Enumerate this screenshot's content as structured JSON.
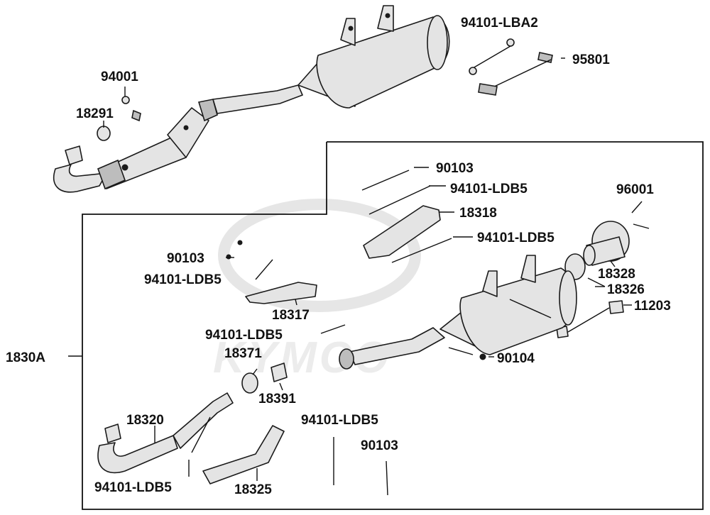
{
  "watermark": {
    "brand": "KYMCO"
  },
  "labels": {
    "p94101_LBA2": "94101-LBA2",
    "p95801": "95801",
    "p94001": "94001",
    "p18291": "18291",
    "p1830A": "1830A",
    "p90103_a": "90103",
    "p94101_LDB5_a": "94101-LDB5",
    "p18318": "18318",
    "p94101_LDB5_b": "94101-LDB5",
    "p96001": "96001",
    "p18328": "18328",
    "p18326": "18326",
    "p11203": "11203",
    "p90103_b": "90103",
    "p94101_LDB5_c": "94101-LDB5",
    "p18317": "18317",
    "p94101_LDB5_d": "94101-LDB5",
    "p18371": "18371",
    "p18391": "18391",
    "p90104": "90104",
    "p18320": "18320",
    "p94101_LDB5_e": "94101-LDB5",
    "p90103_c": "90103",
    "p94101_LDB5_f": "94101-LDB5",
    "p18325": "18325"
  }
}
